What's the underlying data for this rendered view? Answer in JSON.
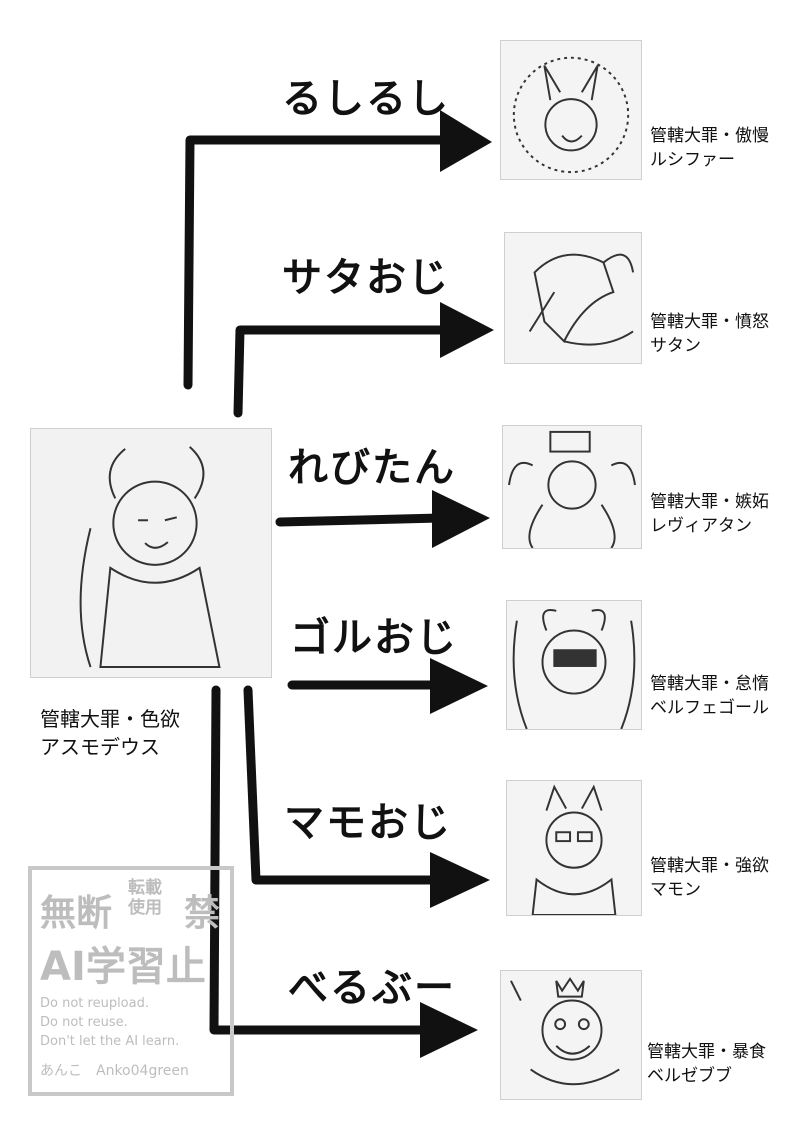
{
  "main": {
    "caption_line1": "管轄大罪・色欲",
    "caption_line2": "アスモデウス"
  },
  "branches": [
    {
      "nickname": "るしるし",
      "title": "管轄大罪・傲慢",
      "name": "ルシファー"
    },
    {
      "nickname": "サタおじ",
      "title": "管轄大罪・憤怒",
      "name": "サタン"
    },
    {
      "nickname": "れびたん",
      "title": "管轄大罪・嫉妬",
      "name": "レヴィアタン"
    },
    {
      "nickname": "ゴルおじ",
      "title": "管轄大罪・怠惰",
      "name": "ベルフェゴール"
    },
    {
      "nickname": "マモおじ",
      "title": "管轄大罪・強欲",
      "name": "マモン"
    },
    {
      "nickname": "べるぶー",
      "title": "管轄大罪・暴食",
      "name": "ベルゼブブ"
    }
  ],
  "watermark": {
    "kanji_big": "無断",
    "kanji_small_1": "転載",
    "kanji_small_2": "使用",
    "kanji_kin": "禁",
    "ai_line": "AI学習止",
    "en_1": "Do not reupload.",
    "en_2": "Do not reuse.",
    "en_3": "Don't let the AI learn.",
    "credit": "あんこ　Anko04green"
  },
  "colors": {
    "ink": "#111111",
    "watermark": "#c0c0c0"
  }
}
